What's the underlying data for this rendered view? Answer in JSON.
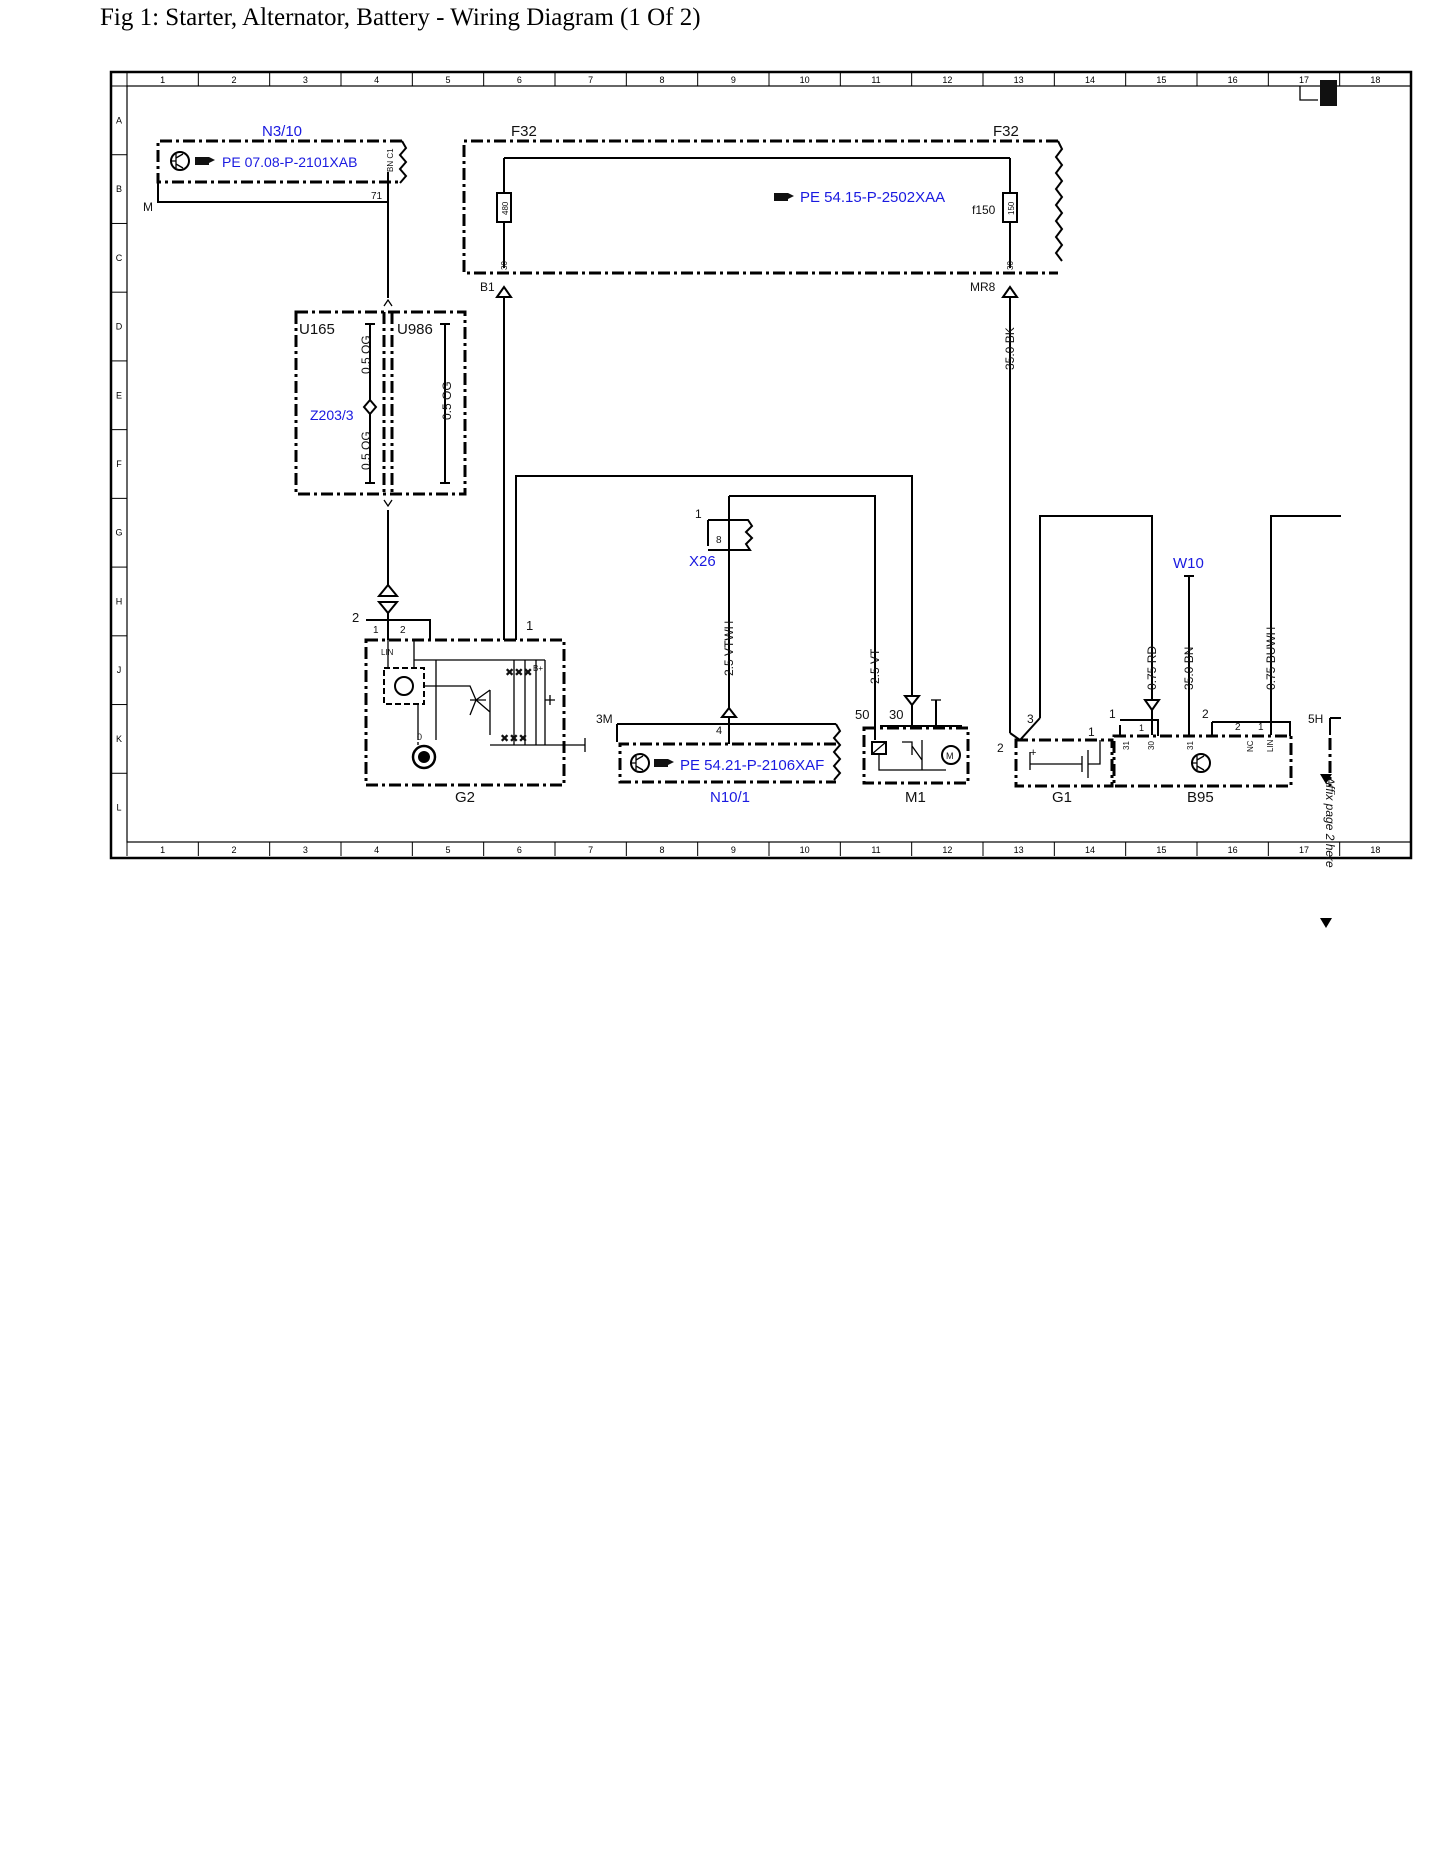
{
  "figure": {
    "title": "Fig 1: Starter, Alternator, Battery - Wiring Diagram (1 Of 2)"
  },
  "grid": {
    "columns": [
      "1",
      "2",
      "3",
      "4",
      "5",
      "6",
      "7",
      "8",
      "9",
      "10",
      "11",
      "12",
      "13",
      "14",
      "15",
      "16",
      "17",
      "18"
    ],
    "rows": [
      "A",
      "B",
      "C",
      "D",
      "E",
      "F",
      "G",
      "H",
      "J",
      "K",
      "L"
    ]
  },
  "components": {
    "n3_10": {
      "name": "N3/10",
      "ref": "PE 07.08-P-2101XAB",
      "pin_conn": "BN C1",
      "pin": "71",
      "ground": "M"
    },
    "f32_left": {
      "name": "F32",
      "fuse": "480",
      "pin": "30",
      "conn": "B1"
    },
    "f32_right": {
      "name": "F32",
      "ref": "PE 54.15-P-2502XAA",
      "fuse_label": "f150",
      "fuse": "150",
      "pin": "30",
      "conn": "MR8"
    },
    "u165": {
      "name": "U165"
    },
    "u986": {
      "name": "U986"
    },
    "z203_3": {
      "name": "Z203/3"
    },
    "x26": {
      "name": "X26",
      "pin1": "1",
      "pin8": "8"
    },
    "g2": {
      "name": "G2",
      "pin1": "1",
      "pin2": "2",
      "lin": "LIN",
      "bplus": "B+",
      "sub1": "1",
      "sub2": "2",
      "zero": "0"
    },
    "n10_1": {
      "name": "N10/1",
      "ref": "PE 54.21-P-2106XAF",
      "conn": "3M",
      "pin": "4"
    },
    "m1": {
      "name": "M1",
      "pin50": "50",
      "pin30": "30",
      "motor": "M"
    },
    "g1": {
      "name": "G1",
      "pin2": "2",
      "pin3": "3",
      "pin1": "1",
      "plus": "+"
    },
    "b95": {
      "name": "B95",
      "pin1": "1",
      "pin2": "2",
      "p31a": "31",
      "p30": "30",
      "p31b": "31",
      "nc": "NC",
      "lin": "LIN",
      "sub1": "1",
      "sub2": "2"
    },
    "w10": {
      "name": "W10"
    },
    "conn_5h": {
      "name": "5H"
    }
  },
  "wires": {
    "og1": "0.5 OG",
    "og2": "0.5 OG",
    "og3": "0.5 OG",
    "bk35": "35.0 BK",
    "vtwh": "2.5 VTWH",
    "vt": "2.5 VT",
    "rd": "0.75 RD",
    "bn35": "35.0 BN",
    "buwh": "0.75 BUWH"
  },
  "notes": {
    "affix": "Affix page 2 here"
  }
}
